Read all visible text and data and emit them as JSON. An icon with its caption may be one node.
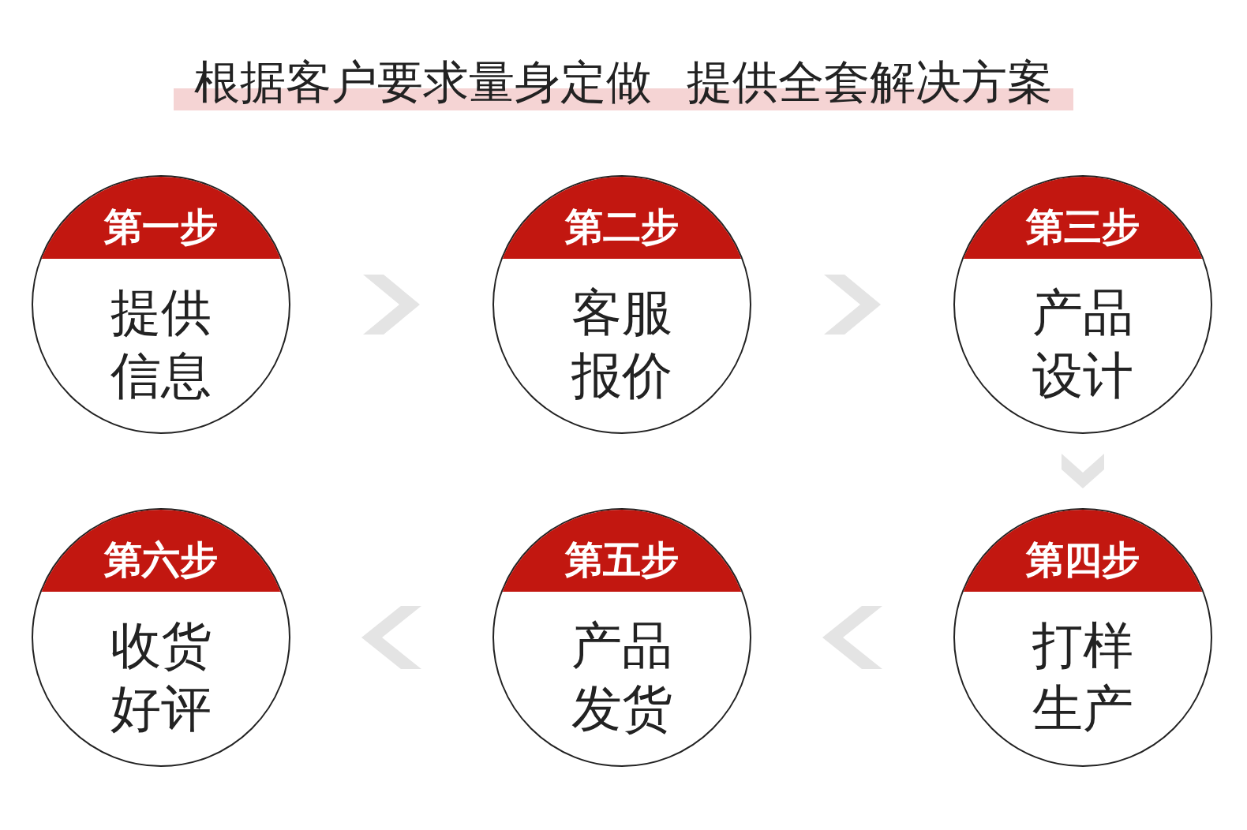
{
  "diagram": {
    "title": "根据客户要求量身定做 提供全套解决方案",
    "nodes": [
      {
        "text": [
          "第一步",
          "提供信息"
        ]
      },
      {
        "text": [
          "第二步",
          "客服报价"
        ]
      },
      {
        "text": [
          "第三步",
          "产品设计"
        ]
      },
      {
        "text": [
          "第四步",
          "打样生产"
        ]
      },
      {
        "text": [
          "第五步",
          "产品发货"
        ]
      },
      {
        "text": [
          "第六步",
          "收货好评"
        ]
      }
    ],
    "edges": [
      {
        "from": 0,
        "to": 1,
        "arrow": "to"
      },
      {
        "from": 1,
        "to": 2,
        "arrow": "to"
      },
      {
        "from": 2,
        "to": 3,
        "arrow": "to"
      },
      {
        "from": 3,
        "to": 4,
        "arrow": "to"
      },
      {
        "from": 4,
        "to": 5,
        "arrow": "to"
      }
    ]
  }
}
